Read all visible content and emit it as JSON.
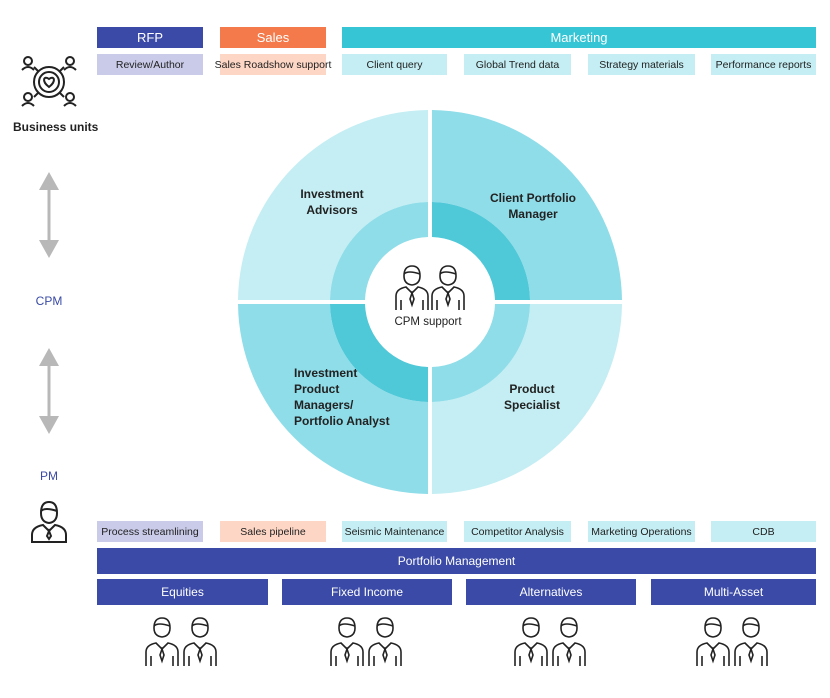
{
  "header": {
    "rfp": "RFP",
    "sales": "Sales",
    "marketing": "Marketing"
  },
  "top_tags": {
    "review": "Review/Author",
    "roadshow": "Sales Roadshow support",
    "client_query": "Client query",
    "global_trend": "Global Trend data",
    "strategy": "Strategy materials",
    "performance": "Performance reports"
  },
  "side": {
    "business_units": "Business units",
    "cpm": "CPM",
    "pm": "PM"
  },
  "wheel": {
    "q1": "Investment\nAdvisors",
    "q2": "Client Portfolio\nManager",
    "q3": "Investment\nProduct\nManagers/\nPortfolio Analyst",
    "q4": "Product\nSpecialist",
    "center": "CPM support"
  },
  "bottom_tags": {
    "process": "Process streamlining",
    "pipeline": "Sales pipeline",
    "seismic": "Seismic Maintenance",
    "competitor": "Competitor Analysis",
    "mkt_ops": "Marketing Operations",
    "cdb": "CDB"
  },
  "portfolio": {
    "title": "Portfolio Management",
    "equities": "Equities",
    "fixed_income": "Fixed Income",
    "alternatives": "Alternatives",
    "multi_asset": "Multi-Asset"
  },
  "colors": {
    "navy": "#3a4aa6",
    "orange": "#f47a4b",
    "teal": "#35c5d4",
    "lavender": "#c9cbe9",
    "peach": "#fdd6c5",
    "light_teal": "#c4eef3"
  }
}
